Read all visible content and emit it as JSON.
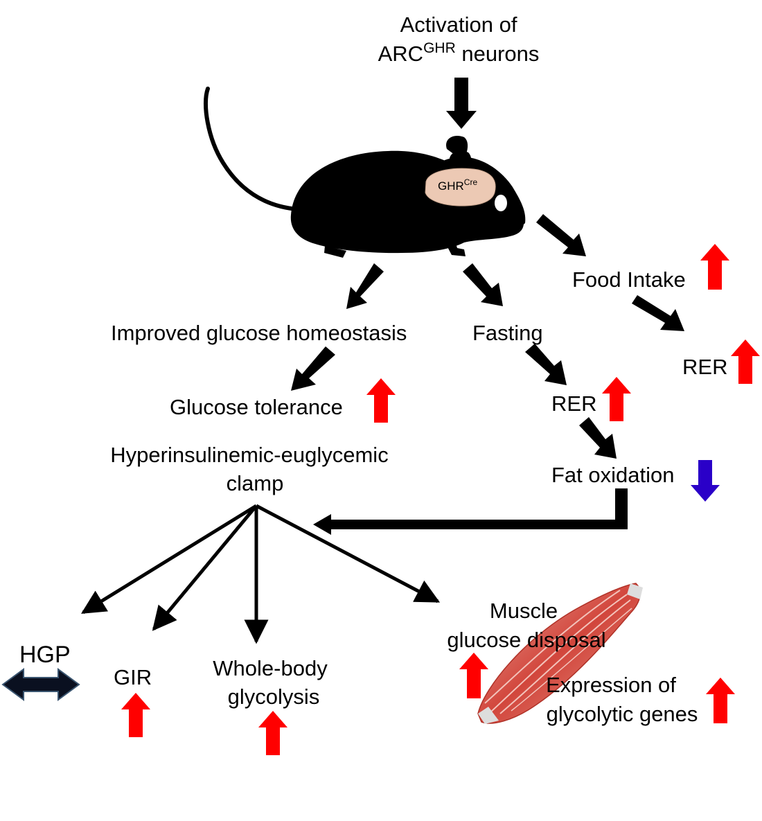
{
  "top": {
    "line1": "Activation of",
    "line2_prefix": "ARC",
    "line2_sup": "GHR",
    "line2_suffix": " neurons"
  },
  "brain": {
    "prefix": "GHR",
    "sup": "Cre"
  },
  "nodes": {
    "food_intake": "Food Intake",
    "rer_right": "RER",
    "improved_glucose": "Improved glucose homeostasis",
    "fasting": "Fasting",
    "glucose_tolerance": "Glucose tolerance",
    "rer_mid": "RER",
    "clamp_line1": "Hyperinsulinemic-euglycemic",
    "clamp_line2": "clamp",
    "fat_oxidation": "Fat oxidation",
    "hgp": "HGP",
    "gir": "GIR",
    "glycolysis_line1": "Whole-body",
    "glycolysis_line2": "glycolysis",
    "muscle_line1": "Muscle",
    "muscle_line2": "glucose disposal",
    "expression_line1": "Expression of",
    "expression_line2": "glycolytic genes"
  },
  "colors": {
    "increase": "#ff0000",
    "decrease": "#2a00c8",
    "unchanged": "#0a1020",
    "arrow": "#000000",
    "mouse": "#000000",
    "brain": "#ecc9b4",
    "muscle": "#d9534a"
  },
  "indicators": {
    "food_intake": "increase",
    "rer_right": "increase",
    "glucose_tolerance": "increase",
    "rer_mid": "increase",
    "fat_oxidation": "decrease",
    "hgp": "unchanged",
    "gir": "increase",
    "glycolysis": "increase",
    "muscle_glucose_disposal": "increase",
    "glycolytic_genes": "increase"
  }
}
